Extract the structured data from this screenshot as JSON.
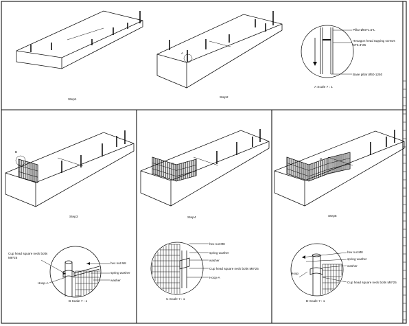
{
  "steps": {
    "step1": "Step1",
    "step2": "Step2",
    "step3": "Step3",
    "step4": "Step4",
    "step5": "Step5"
  },
  "detail_a": {
    "pillar": "Pillar Ø50*1.5*L",
    "screws_line1": "Hexagon head tapping screws",
    "screws_line2": "ST6.3*25",
    "base": "Base pillar Ø60-1250",
    "scale": "A  Scale 7 : 1",
    "marker": "A"
  },
  "detail_b": {
    "bolts_line1": "Cup head square neck bolts",
    "bolts_line2": "M8*25",
    "hex_nut": "hex nut M8",
    "spring": "spring washer",
    "washer": "washer",
    "hoop": "Hoop-A",
    "scale": "B  Scale 7 : 1",
    "marker": "B"
  },
  "detail_c": {
    "hex_nut": "hex nut M8",
    "spring": "spring washer",
    "washer": "washer",
    "bolts": "Cup head square neck bolts M8*25",
    "hoop": "Hoop-A",
    "scale": "C  Scale 7 : 1",
    "marker": "C"
  },
  "detail_d": {
    "hex_nut": "hex nut M8",
    "spring": "spring washer",
    "washer": "washer",
    "hoop": "Hoop",
    "bolts": "Cup head square neck bolts M8*25",
    "scale": "D  Scale 7 : 1",
    "marker": "D"
  }
}
